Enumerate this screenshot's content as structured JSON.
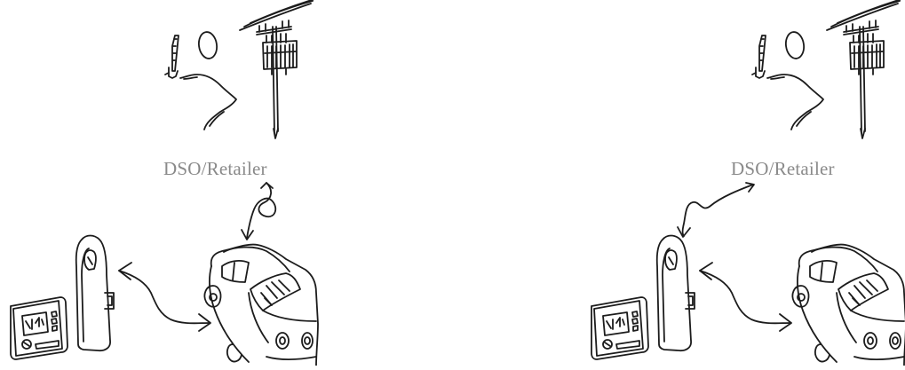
{
  "colors": {
    "ink": "#1c1c1c",
    "label": "#8a8a8a",
    "background": "#ffffff"
  },
  "panels": [
    {
      "id": "left",
      "actor_label": "DSO/Retailer",
      "icons": [
        "person-with-phone-icon",
        "power-pole-icon",
        "ev-charger-icon",
        "home-energy-display-icon",
        "car-icon"
      ],
      "links": [
        "charger-to-car",
        "dso-to-car"
      ]
    },
    {
      "id": "right",
      "actor_label": "DSO/Retailer",
      "icons": [
        "person-with-phone-icon",
        "power-pole-icon",
        "ev-charger-icon",
        "home-energy-display-icon",
        "car-icon"
      ],
      "links": [
        "charger-to-car",
        "dso-to-charger"
      ]
    }
  ]
}
